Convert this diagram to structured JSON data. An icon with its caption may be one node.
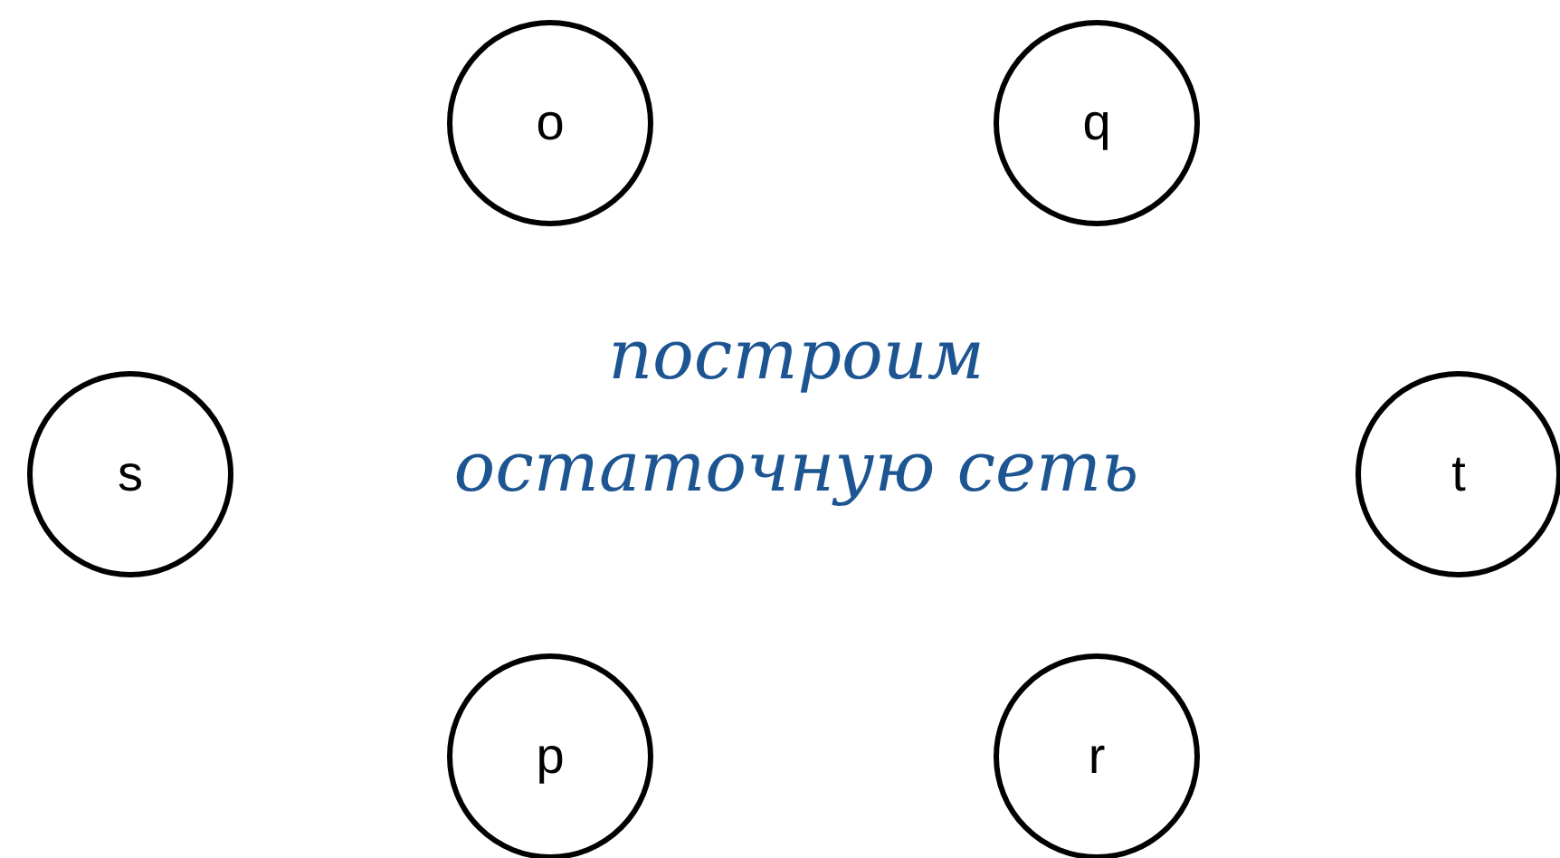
{
  "diagram": {
    "nodes": [
      {
        "text": [
          "o"
        ]
      },
      {
        "text": [
          "q"
        ]
      },
      {
        "text": [
          "s"
        ]
      },
      {
        "text": [
          "t"
        ]
      },
      {
        "text": [
          "p"
        ]
      },
      {
        "text": [
          "r"
        ]
      }
    ],
    "labels": [
      "построим остаточную сеть"
    ]
  }
}
